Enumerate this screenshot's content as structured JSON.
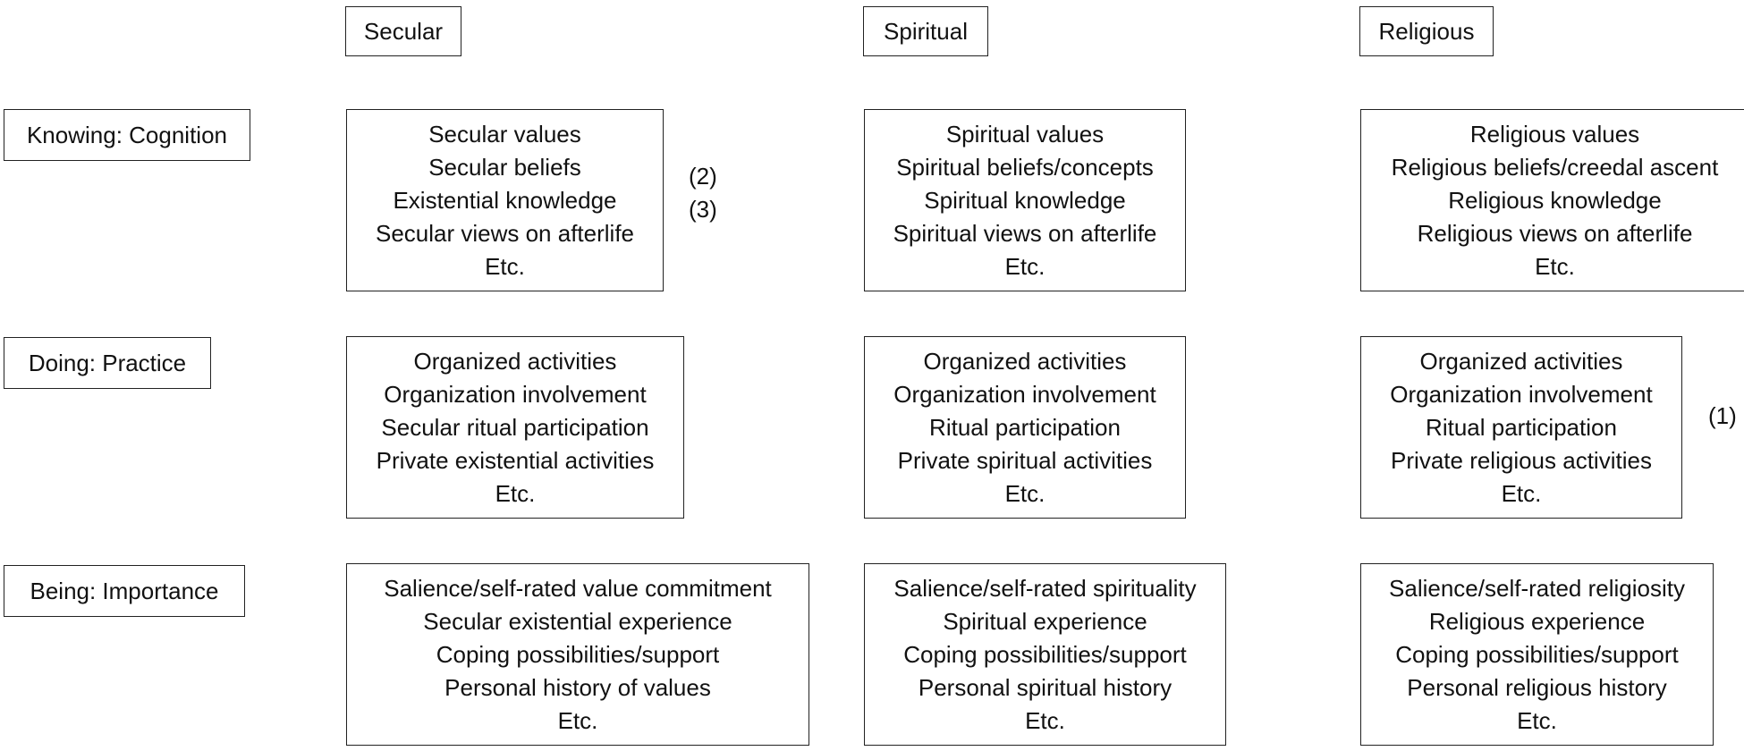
{
  "columns": {
    "secular": "Secular",
    "spiritual": "Spiritual",
    "religious": "Religious"
  },
  "rows": {
    "knowing": "Knowing: Cognition",
    "doing": "Doing: Practice",
    "being": "Being: Importance"
  },
  "cells": {
    "knowing_secular": [
      "Secular values",
      "Secular beliefs",
      "Existential knowledge",
      "Secular views on afterlife",
      "Etc."
    ],
    "knowing_spiritual": [
      "Spiritual values",
      "Spiritual beliefs/concepts",
      "Spiritual knowledge",
      "Spiritual views on afterlife",
      "Etc."
    ],
    "knowing_religious": [
      "Religious values",
      "Religious beliefs/creedal ascent",
      "Religious knowledge",
      "Religious views on afterlife",
      "Etc."
    ],
    "doing_secular": [
      "Organized activities",
      "Organization involvement",
      "Secular ritual participation",
      "Private existential activities",
      "Etc."
    ],
    "doing_spiritual": [
      "Organized activities",
      "Organization involvement",
      "Ritual participation",
      "Private spiritual activities",
      "Etc."
    ],
    "doing_religious": [
      "Organized activities",
      "Organization involvement",
      "Ritual participation",
      "Private religious activities",
      "Etc."
    ],
    "being_secular": [
      "Salience/self-rated value commitment",
      "Secular existential experience",
      "Coping possibilities/support",
      "Personal history of values",
      "Etc."
    ],
    "being_spiritual": [
      "Salience/self-rated spirituality",
      "Spiritual experience",
      "Coping possibilities/support",
      "Personal spiritual history",
      "Etc."
    ],
    "being_religious": [
      "Salience/self-rated religiosity",
      "Religious experience",
      "Coping possibilities/support",
      "Personal religious history",
      "Etc."
    ]
  },
  "markers": {
    "m2": "(2)",
    "m3": "(3)",
    "m1": "(1)"
  }
}
